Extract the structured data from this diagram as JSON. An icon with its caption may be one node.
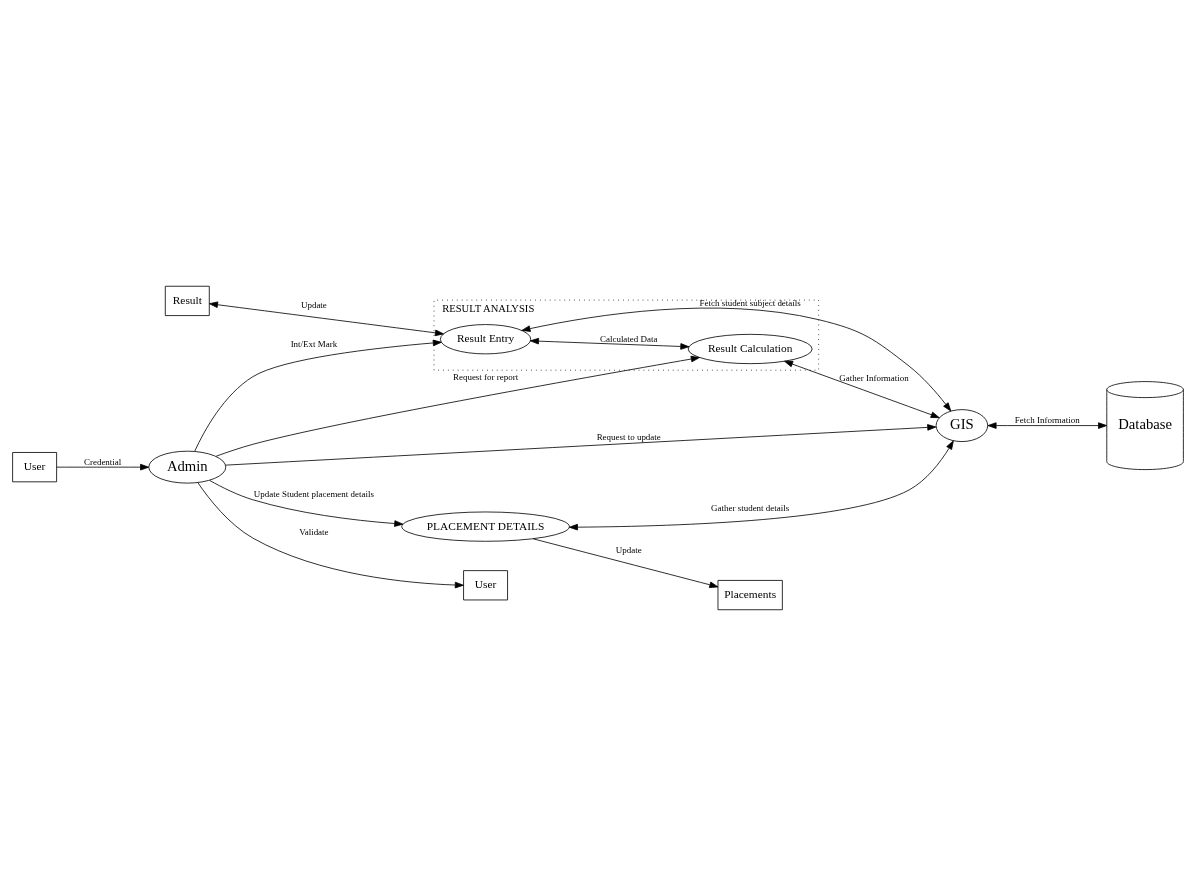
{
  "diagram": {
    "nodes": [
      {
        "text": [
          "Result"
        ]
      },
      {
        "text": [
          "RESULT ANALYSIS"
        ]
      },
      {
        "text": [
          "Result Entry"
        ],
        "in": 1
      },
      {
        "text": [
          "Result Calculation"
        ],
        "in": 1
      },
      {
        "text": [
          "User"
        ]
      },
      {
        "text": [
          "User"
        ]
      },
      {
        "text": [
          "Admin"
        ]
      },
      {
        "text": [
          "GIS"
        ]
      },
      {
        "text": [
          "PLACEMENT DETAILS"
        ]
      },
      {
        "text": [
          "Placements"
        ]
      },
      {
        "text": [
          "Database"
        ]
      }
    ],
    "edges": [
      {
        "from": 0,
        "to": 2,
        "arrow": "both",
        "label": "Update"
      },
      {
        "from": 2,
        "to": 3,
        "arrow": "both",
        "label": "Calculated Data"
      },
      {
        "from": 6,
        "to": 2,
        "arrow": "to",
        "label": "Int/Ext Mark"
      },
      {
        "from": 6,
        "to": 3,
        "arrow": "to",
        "label": "Request for report"
      },
      {
        "from": 6,
        "to": 4,
        "arrow": "to",
        "label": "Validate"
      },
      {
        "from": 5,
        "to": 6,
        "arrow": "to",
        "label": "Credential"
      },
      {
        "from": 6,
        "to": 7,
        "arrow": "to",
        "label": "Request to update"
      },
      {
        "from": 3,
        "to": 7,
        "arrow": "both",
        "label": "Gather Information"
      },
      {
        "from": 2,
        "to": 7,
        "arrow": "both",
        "label": "Fetch student subject details"
      },
      {
        "from": 6,
        "to": 8,
        "arrow": "to",
        "label": "Update Student placement details"
      },
      {
        "from": 8,
        "to": 7,
        "arrow": "both",
        "label": "Gather student details"
      },
      {
        "from": 8,
        "to": 9,
        "arrow": "to",
        "label": "Update"
      },
      {
        "from": 7,
        "to": 10,
        "arrow": "both",
        "label": "Fetch Information"
      }
    ]
  }
}
